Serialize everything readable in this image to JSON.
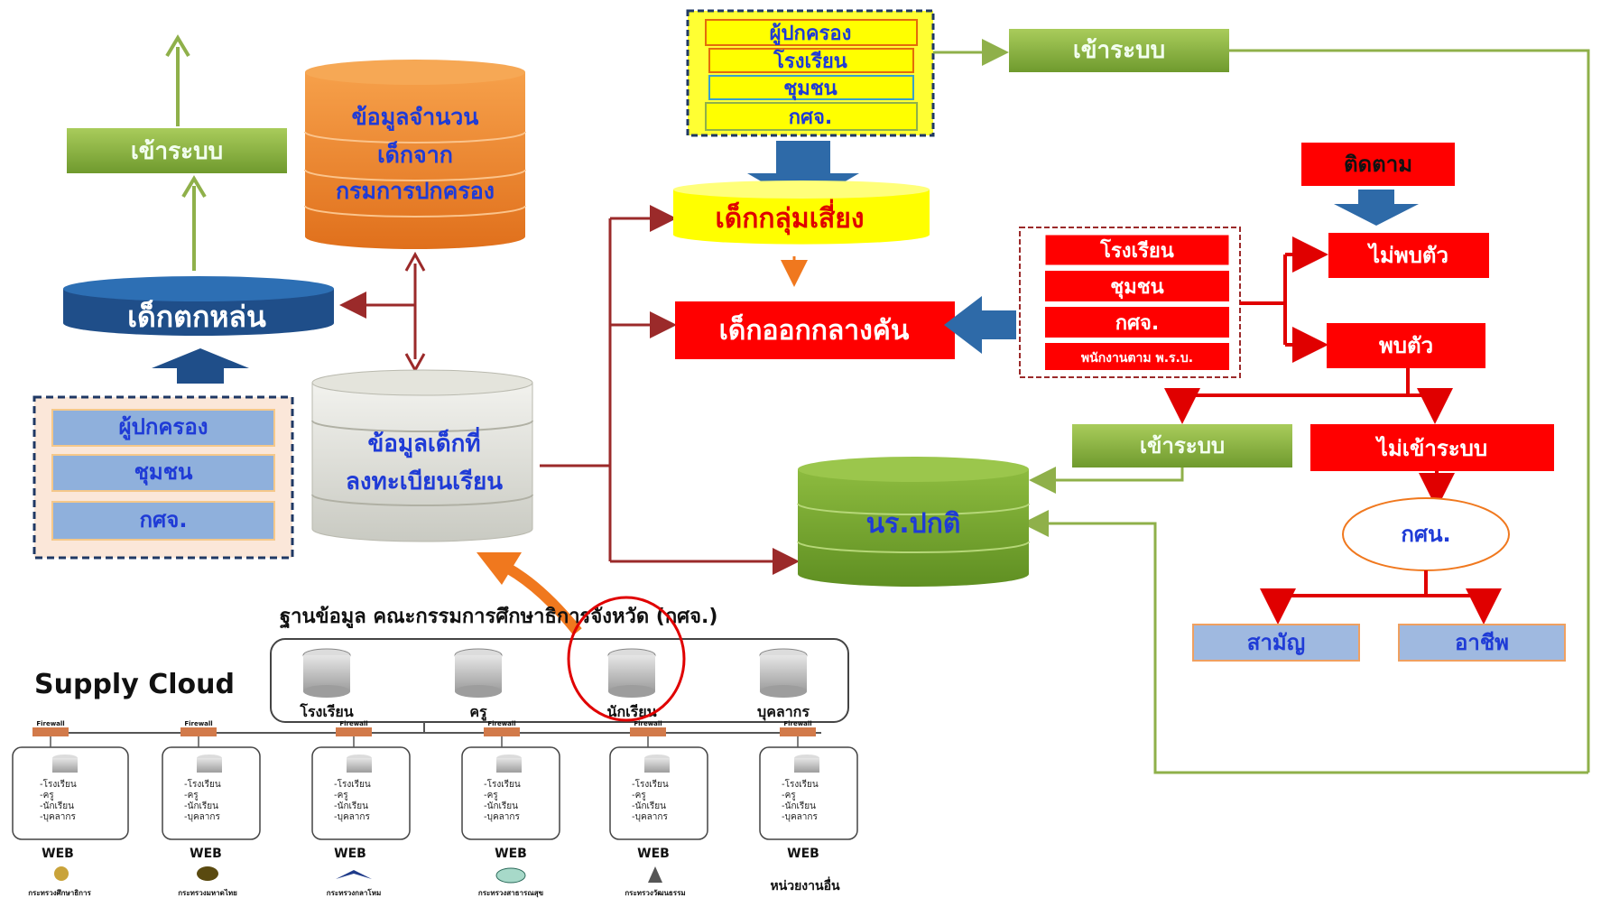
{
  "left": {
    "enter_system_top": "เข้าระบบ",
    "dropout": "เด็กตกหล่น",
    "sources": [
      "ผู้ปกครอง",
      "ชุมชน",
      "กศจ."
    ]
  },
  "center": {
    "population_db": [
      "ข้อมูลจำนวน",
      "เด็กจาก",
      "กรมการปกครอง"
    ],
    "registered_db": [
      "ข้อมูลเด็กที่",
      "ลงทะเบียนเรียน"
    ],
    "at_risk": "เด็กกลุ่มเสี่ยง",
    "dropout_mid": "เด็กออกกลางคัน",
    "top_sources": [
      "ผู้ปกครอง",
      "โรงเรียน",
      "ชุมชน",
      "กศจ."
    ],
    "enter_system_top": "เข้าระบบ",
    "normal_student": "นร.ปกติ"
  },
  "right": {
    "follow_up": "ติดตาม",
    "trackers": [
      "โรงเรียน",
      "ชุมชน",
      "กศจ.",
      "พนักงานตาม พ.ร.บ."
    ],
    "not_found": "ไม่พบตัว",
    "found": "พบตัว",
    "enter_system": "เข้าระบบ",
    "not_enter_system": "ไม่เข้าระบบ",
    "nfe": "กศน.",
    "general": "สามัญ",
    "vocational": "อาชีพ"
  },
  "cloud": {
    "title": "ฐานข้อมูล คณะกรรมการศึกษาธิการจังหวัด (กศจ.)",
    "supply_cloud": "Supply Cloud",
    "db_labels": [
      "โรงเรียน",
      "ครู",
      "นักเรียน",
      "บุคลากร"
    ],
    "firewall": "Firewall",
    "server_lines": [
      "-โรงเรียน",
      "-ครู",
      "-นักเรียน",
      "-บุคลากร"
    ],
    "web": "WEB",
    "agencies": [
      "กระทรวงศึกษาธิการ",
      "กระทรวงมหาดไทย",
      "กระทรวงกลาโหม",
      "กระทรวงสาธารณสุข",
      "กระทรวงวัฒนธรรม",
      "หน่วยงานอื่น"
    ]
  }
}
